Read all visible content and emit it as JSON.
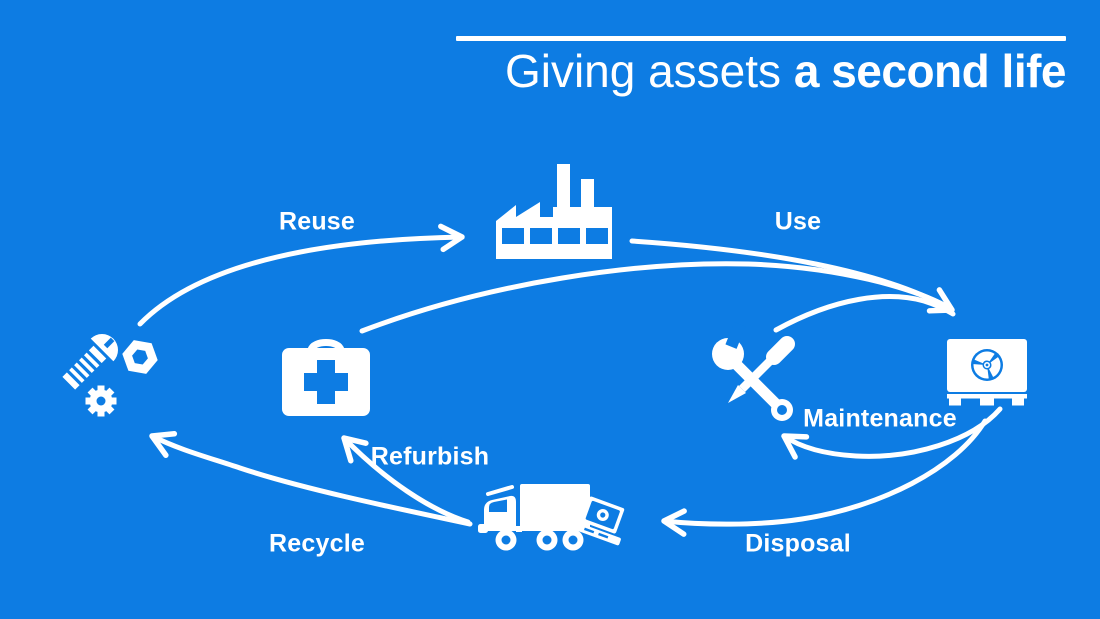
{
  "title": {
    "light": "Giving assets",
    "bold": "a second life",
    "full": "Giving assets a second life"
  },
  "colors": {
    "background": "#0d7ce3",
    "foreground": "#ffffff"
  },
  "labels": {
    "reuse": "Reuse",
    "use": "Use",
    "maintenance": "Maintenance",
    "disposal": "Disposal",
    "recycle": "Recycle",
    "refurbish": "Refurbish"
  },
  "icons": {
    "factory": "factory-icon",
    "asset_machine": "machine-on-pallet-icon",
    "maintenance_tools": "wrench-screwdriver-icon",
    "disposal_truck": "truck-with-laptop-icon",
    "refurbish_kit": "repair-kit-icon",
    "recycled_parts": "bolt-nut-gear-icon"
  },
  "diagram": {
    "type": "cycle",
    "nodes": [
      {
        "id": "recycled-parts",
        "icon": "bolt-nut-gear-icon"
      },
      {
        "id": "factory",
        "icon": "factory-icon"
      },
      {
        "id": "asset-in-use",
        "icon": "machine-on-pallet-icon"
      },
      {
        "id": "maintenance-tools",
        "icon": "wrench-screwdriver-icon"
      },
      {
        "id": "disposal-truck",
        "icon": "truck-with-laptop-icon"
      },
      {
        "id": "refurbish-kit",
        "icon": "repair-kit-icon"
      }
    ],
    "edges": [
      {
        "from": "recycled-parts",
        "to": "factory",
        "label": "Reuse"
      },
      {
        "from": "factory",
        "to": "asset-in-use",
        "label": "Use"
      },
      {
        "from": "asset-in-use",
        "to": "maintenance-tools",
        "label": "Maintenance"
      },
      {
        "from": "maintenance-tools",
        "to": "asset-in-use",
        "label": ""
      },
      {
        "from": "refurbish-kit",
        "to": "asset-in-use",
        "label": ""
      },
      {
        "from": "asset-in-use",
        "to": "disposal-truck",
        "label": "Disposal"
      },
      {
        "from": "disposal-truck",
        "to": "refurbish-kit",
        "label": "Refurbish"
      },
      {
        "from": "disposal-truck",
        "to": "recycled-parts",
        "label": "Recycle"
      }
    ]
  }
}
